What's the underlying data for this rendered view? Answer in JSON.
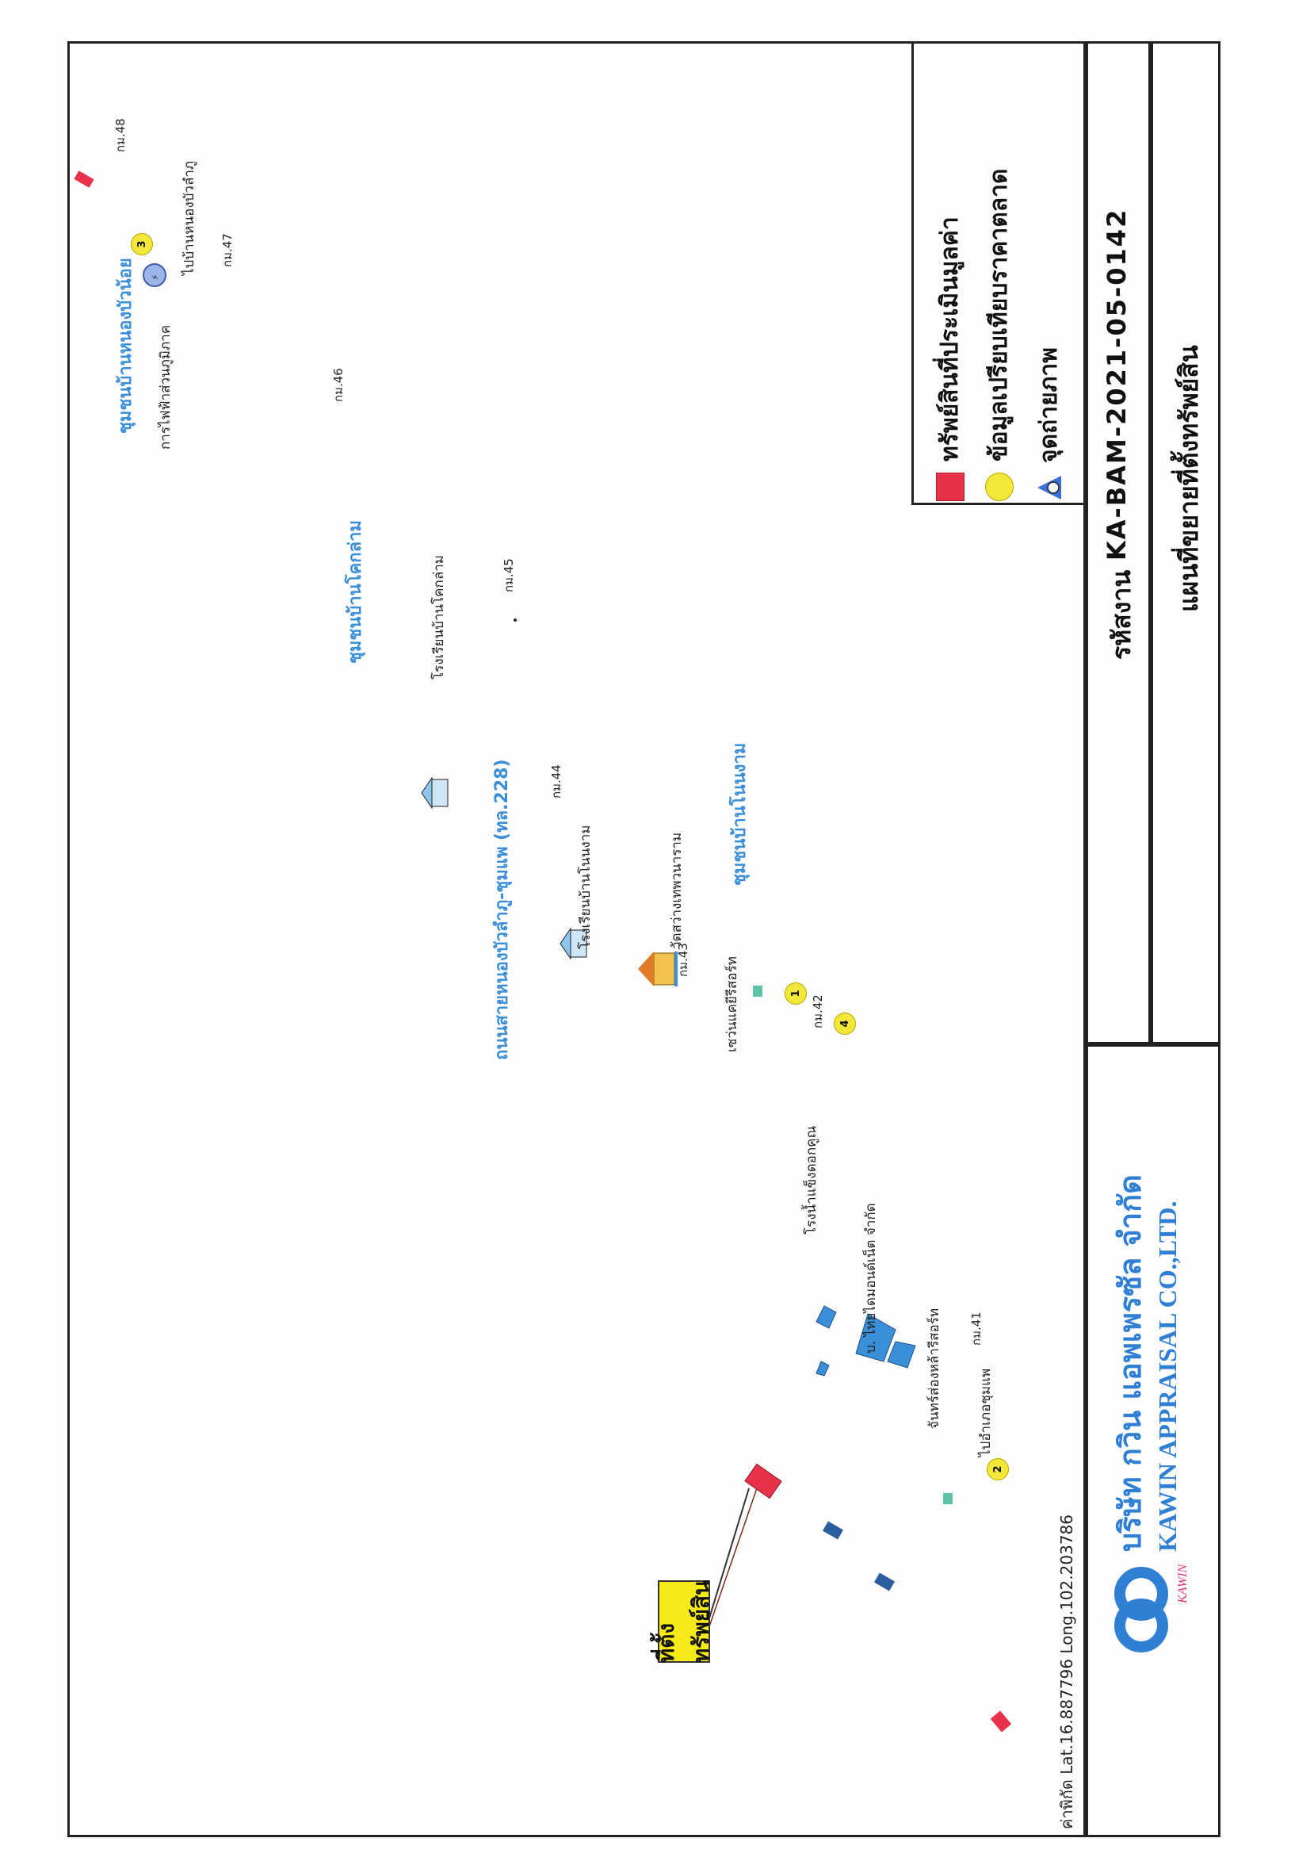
{
  "coords": "ค่าพิกัด Lat.16.887796  Long.102.203786",
  "title": {
    "job_label": "รหัสงาน",
    "job_code": "KA-BAM-2021-05-0142",
    "subtitle": "แผนที่ขยายที่ตั้งทรัพย์สิน"
  },
  "company": {
    "name_th": "บริษัท กวิน แอพเพรซัล จำกัด",
    "name_en": "KAWIN APPRAISAL CO.,LTD.",
    "logo_tag": "KAWIN"
  },
  "legend": {
    "items": [
      {
        "label": "ทรัพย์สินที่ประเมินมูลค่า",
        "symbol": "red-square-icon",
        "color": "#e8324a"
      },
      {
        "label": "ข้อมูลเปรียบเทียบราคาตลาด",
        "symbol": "yellow-circle-icon",
        "color": "#f3e83a"
      },
      {
        "label": "จุดถ่ายภาพ",
        "symbol": "camera-triangle-icon",
        "color": "#3b6fd9"
      }
    ]
  },
  "map": {
    "property_label": "ที่ตั้งทรัพย์สิน",
    "road_label": "ถนนสายหนองบัวลำภู-ชุมแพ (ทล.228)",
    "communities": [
      "ชุมชนบ้านหนองบัวน้อย",
      "ชุมชนบ้านโคกล่าม",
      "ชุมชนบ้านโนนงาม"
    ],
    "places": [
      "การไฟฟ้าส่วนภูมิภาค",
      "โรงเรียนบ้านโคกล่าม",
      "วัดสว่างเทพวนาราม",
      "โรงเรียนบ้านโนนงาม",
      "เซว่นแคยีรีสอร์ท",
      "โรงน้ำแข็งดอกคูณ",
      "บ. ไทยไดมอนด์เน็ต จำกัด",
      "จันทร์ส่องหล้ารีสอร์ท",
      "ไปอำเภอชุมแพ",
      "ไปบ้านหนองบัวลำภู"
    ],
    "km_markers": [
      "กม.48",
      "กม.47",
      "กม.46",
      "กม.45",
      "กม.44",
      "กม.43",
      "กม.42",
      "กม.41"
    ],
    "comparables": [
      "1",
      "2",
      "3",
      "4"
    ]
  }
}
